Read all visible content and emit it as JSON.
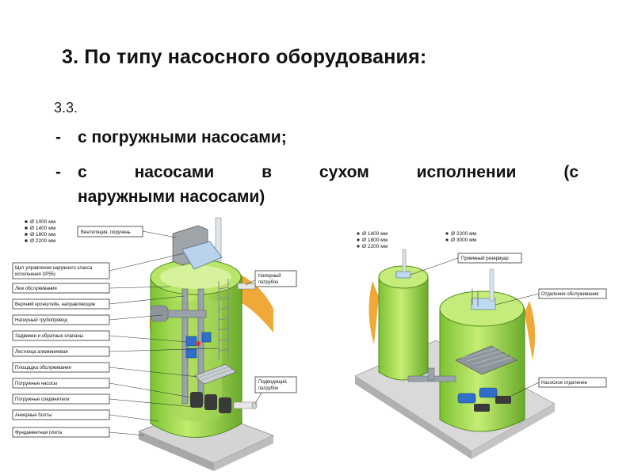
{
  "slide": {
    "title": "3. По типу насосного оборудования:",
    "subtitle": "3.3.",
    "bullets": [
      {
        "dash": "-",
        "text": "с погружными насосами;"
      },
      {
        "dash": "-",
        "text_line1": "с насосами в сухом исполнении (с",
        "text_line2": "наружными насосами)"
      }
    ]
  },
  "left_diagram": {
    "diameters": [
      "Ø 1000 мм",
      "Ø 1400 мм",
      "Ø 1800 мм",
      "Ø 2200 мм"
    ],
    "labels": {
      "ventilation": "Вентиляция, поручень",
      "control_panel_1": "Щит управления наружного класса",
      "control_panel_2": "исполнения (IP55)",
      "hatch": "Люк обслуживания",
      "upper_bracket": "Верхний кронштейн, направляющие",
      "pressure_pipe": "Напорный трубопровод",
      "valves": "Задвижки и обратные клапаны",
      "ladder": "Лестница алюминиевая",
      "platform": "Площадка обслуживания",
      "pumps": "Погружные насосы",
      "couplings": "Погружные соединители",
      "anchor_bolts": "Анкерные болты",
      "foundation": "Фундаментная плита",
      "pressure_outlet_1": "Напорный",
      "pressure_outlet_2": "патрубок",
      "inlet_1": "Подводящий",
      "inlet_2": "патрубок"
    }
  },
  "right_diagram": {
    "diameters_left": [
      "Ø 1400 мм",
      "Ø 1800 мм",
      "Ø 2200 мм"
    ],
    "diameters_right": [
      "Ø 2200 мм",
      "Ø 3000 мм"
    ],
    "labels": {
      "receiving_tank": "Приемный резервуар",
      "service_compartment": "Отделение обслуживания",
      "pump_compartment": "Насосное отделение"
    }
  },
  "colors": {
    "tank_green": "#9ed84a",
    "tank_dark": "#6aaa2a",
    "ground": "#d9d9d9",
    "earth": "#f0a838"
  }
}
